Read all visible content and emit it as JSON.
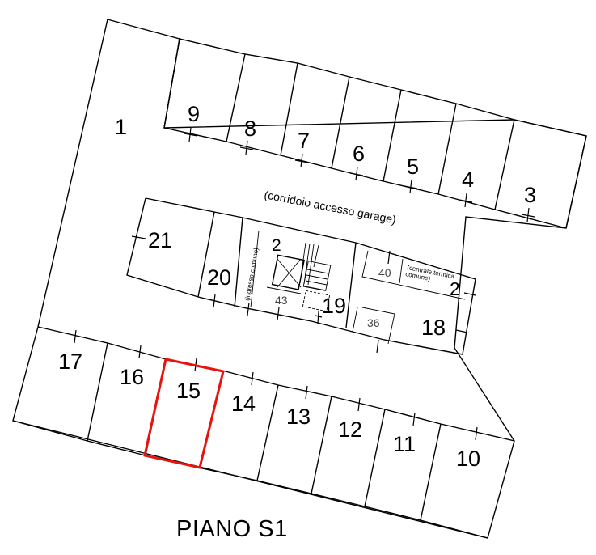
{
  "floor_title": "PIANO S1",
  "corridor_label": "(corridoio accesso garage)",
  "stair_label": "(ingresso comune)",
  "centrale_label_1": "(centrale termica",
  "centrale_label_2": "comune)",
  "units": {
    "u1": "1",
    "u2a": "2",
    "u2b": "2",
    "u3": "3",
    "u4": "4",
    "u5": "5",
    "u6": "6",
    "u7": "7",
    "u8": "8",
    "u9": "9",
    "u10": "10",
    "u11": "11",
    "u12": "12",
    "u13": "13",
    "u14": "14",
    "u15": "15",
    "u16": "16",
    "u17": "17",
    "u18": "18",
    "u19": "19",
    "u20": "20",
    "u21": "21"
  },
  "cells": {
    "c36": "36",
    "c40": "40",
    "c43": "43"
  },
  "highlight_color": "#e8130d"
}
